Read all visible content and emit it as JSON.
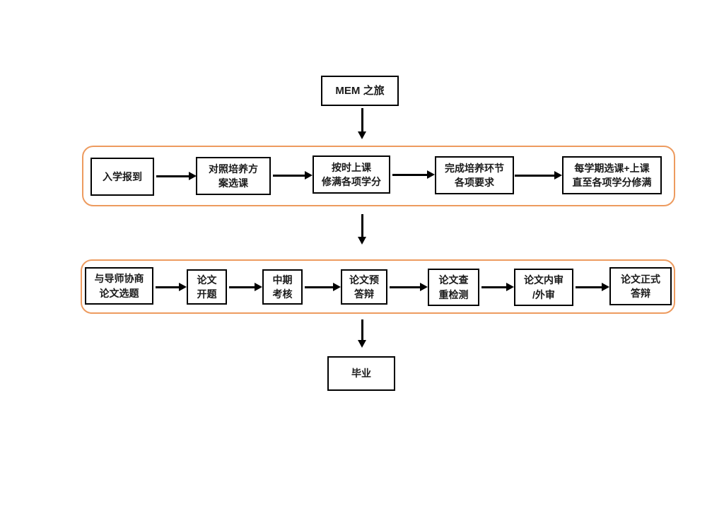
{
  "flowchart": {
    "start": {
      "label": "MEM 之旅"
    },
    "phase1": {
      "steps": [
        "入学报到",
        "对照培养方\n案选课",
        "按时上课\n修满各项学分",
        "完成培养环节\n各项要求",
        "每学期选课+上课\n直至各项学分修满"
      ]
    },
    "phase2": {
      "steps": [
        "与导师协商\n论文选题",
        "论文\n开题",
        "中期\n考核",
        "论文预\n答辩",
        "论文查\n重检测",
        "论文内审\n/外审",
        "论文正式\n答辩"
      ]
    },
    "end": {
      "label": "毕业"
    }
  },
  "colors": {
    "phase_container_border": "#ED9B5F",
    "node_border": "#000000",
    "background": "#FFFFFF",
    "text": "#1A1A1A"
  }
}
